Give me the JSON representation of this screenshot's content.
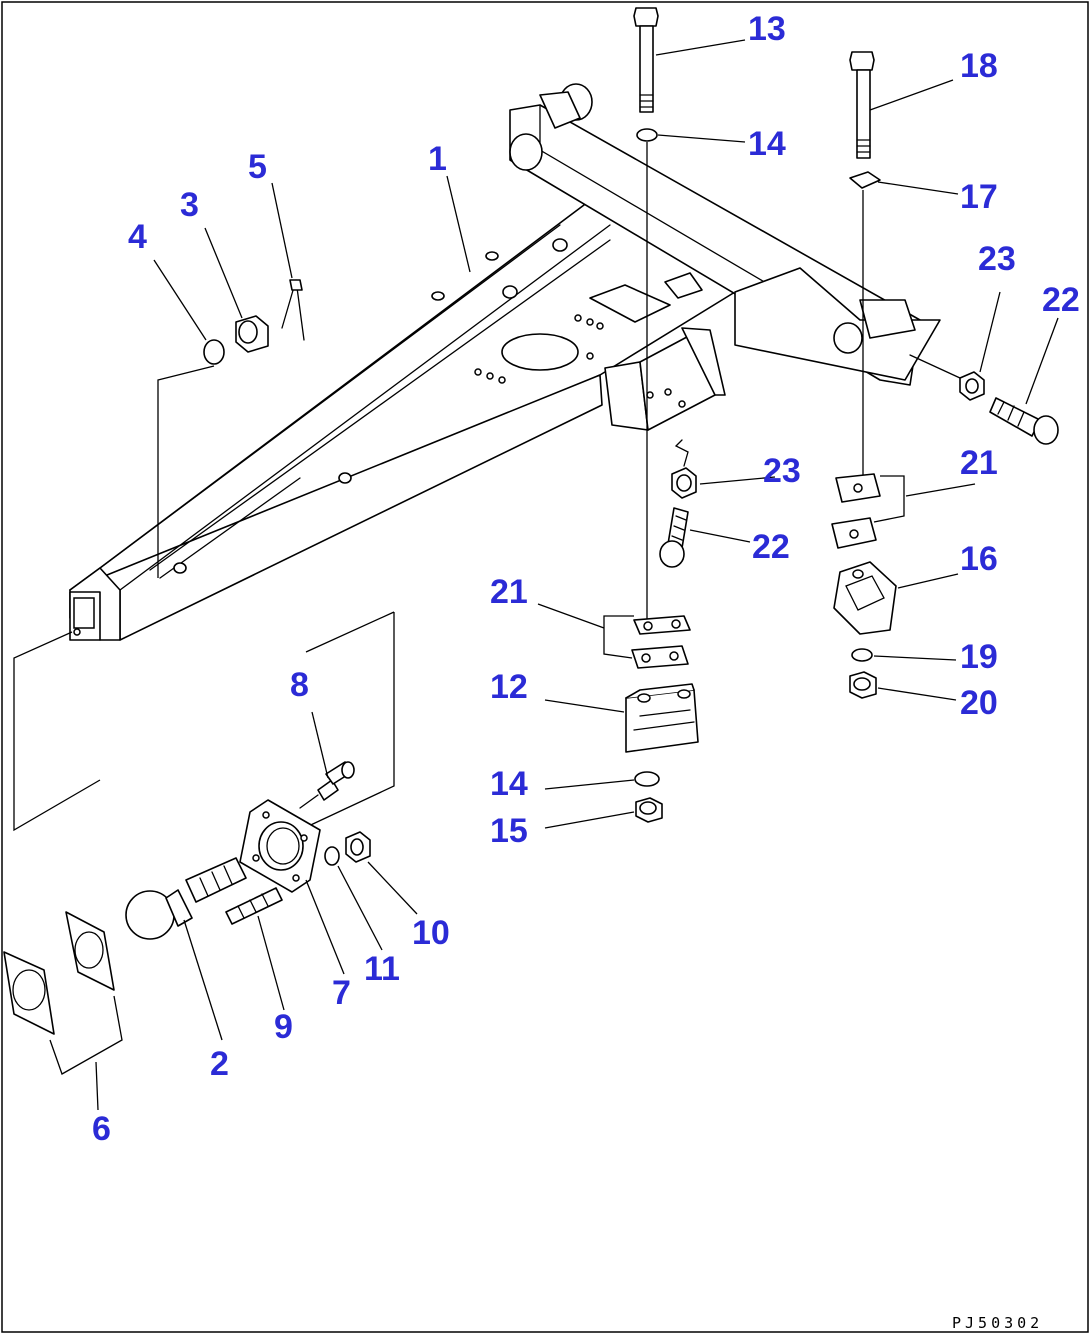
{
  "diagram": {
    "drawing_code": "PJ50302",
    "labels": [
      {
        "id": "1",
        "text": "1"
      },
      {
        "id": "2",
        "text": "2"
      },
      {
        "id": "3",
        "text": "3"
      },
      {
        "id": "4",
        "text": "4"
      },
      {
        "id": "5",
        "text": "5"
      },
      {
        "id": "6",
        "text": "6"
      },
      {
        "id": "7",
        "text": "7"
      },
      {
        "id": "8",
        "text": "8"
      },
      {
        "id": "9",
        "text": "9"
      },
      {
        "id": "10",
        "text": "10"
      },
      {
        "id": "11",
        "text": "11"
      },
      {
        "id": "12",
        "text": "12"
      },
      {
        "id": "13",
        "text": "13"
      },
      {
        "id": "14a",
        "text": "14"
      },
      {
        "id": "14b",
        "text": "14"
      },
      {
        "id": "15",
        "text": "15"
      },
      {
        "id": "16",
        "text": "16"
      },
      {
        "id": "17",
        "text": "17"
      },
      {
        "id": "18",
        "text": "18"
      },
      {
        "id": "19",
        "text": "19"
      },
      {
        "id": "20",
        "text": "20"
      },
      {
        "id": "21a",
        "text": "21"
      },
      {
        "id": "21b",
        "text": "21"
      },
      {
        "id": "22a",
        "text": "22"
      },
      {
        "id": "22b",
        "text": "22"
      },
      {
        "id": "23a",
        "text": "23"
      },
      {
        "id": "23b",
        "text": "23"
      }
    ],
    "label_color": "#2b2bd6"
  }
}
